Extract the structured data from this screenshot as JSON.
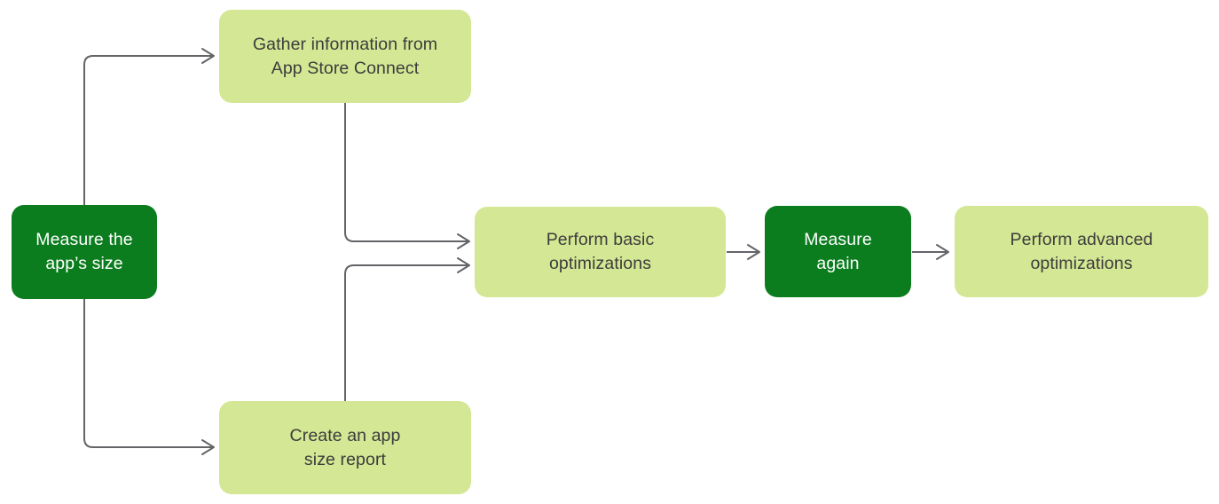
{
  "colors": {
    "node_dark": "#0c7d1f",
    "node_light": "#d4e794",
    "text_dark": "#3c3c3c",
    "text_light": "#ffffff",
    "connector": "#626467"
  },
  "nodes": [
    {
      "id": "measure-app-size",
      "style": "dark",
      "lines": [
        "Measure the",
        "app’s size"
      ]
    },
    {
      "id": "gather-info",
      "style": "light",
      "lines": [
        "Gather information from",
        "App Store Connect"
      ]
    },
    {
      "id": "create-report",
      "style": "light",
      "lines": [
        "Create an app",
        "size report"
      ]
    },
    {
      "id": "perform-basic",
      "style": "light",
      "lines": [
        "Perform basic",
        "optimizations"
      ]
    },
    {
      "id": "measure-again",
      "style": "dark",
      "lines": [
        "Measure",
        "again"
      ]
    },
    {
      "id": "perform-advanced",
      "style": "light",
      "lines": [
        "Perform advanced",
        "optimizations"
      ]
    }
  ],
  "edges": [
    {
      "from": "measure-app-size",
      "to": "gather-info"
    },
    {
      "from": "measure-app-size",
      "to": "create-report"
    },
    {
      "from": "gather-info",
      "to": "perform-basic"
    },
    {
      "from": "create-report",
      "to": "perform-basic"
    },
    {
      "from": "perform-basic",
      "to": "measure-again"
    },
    {
      "from": "measure-again",
      "to": "perform-advanced"
    }
  ]
}
